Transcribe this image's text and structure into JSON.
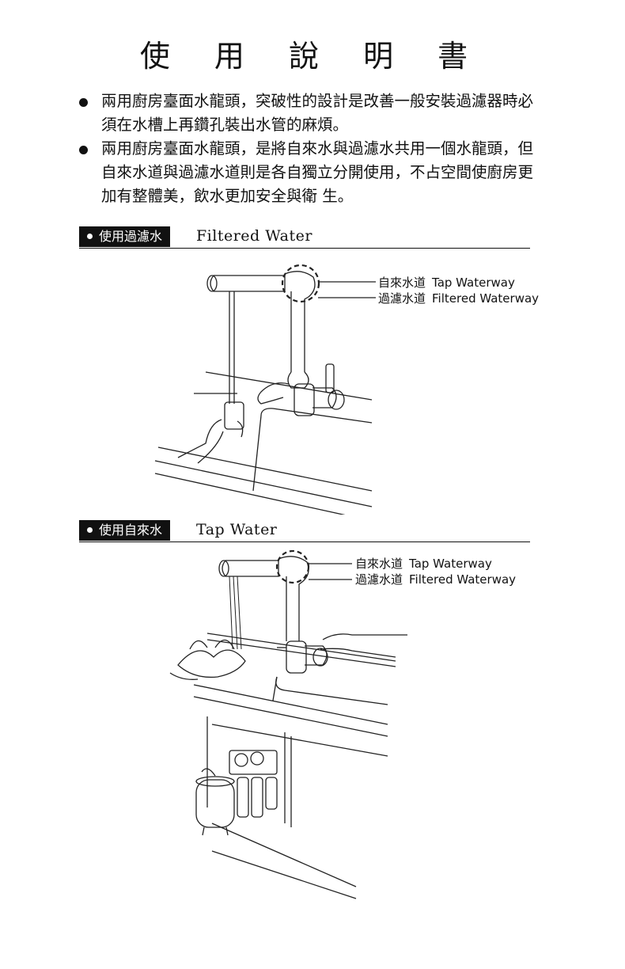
{
  "title": "使 用 說 明 書",
  "bullets": [
    "兩用廚房臺面水龍頭，突破性的設計是改善一般安裝過濾器時必須在水槽上再鑽孔裝出水管的麻煩。",
    "兩用廚房臺面水龍頭，是將自來水與過濾水共用一個水龍頭，但自來水道與過濾水道則是各自獨立分開使用，不占空間使廚房更加有整體美，飲水更加安全與衛 生。"
  ],
  "sections": [
    {
      "badge": "使用過濾水",
      "english": "Filtered Water",
      "callouts": [
        {
          "zh": "自來水道",
          "en": "Tap Waterway"
        },
        {
          "zh": "過濾水道",
          "en": "Filtered Waterway"
        }
      ]
    },
    {
      "badge": "使用自來水",
      "english": "Tap Water",
      "callouts": [
        {
          "zh": "自來水道",
          "en": "Tap Waterway"
        },
        {
          "zh": "過濾水道",
          "en": "Filtered Waterway"
        }
      ]
    }
  ]
}
